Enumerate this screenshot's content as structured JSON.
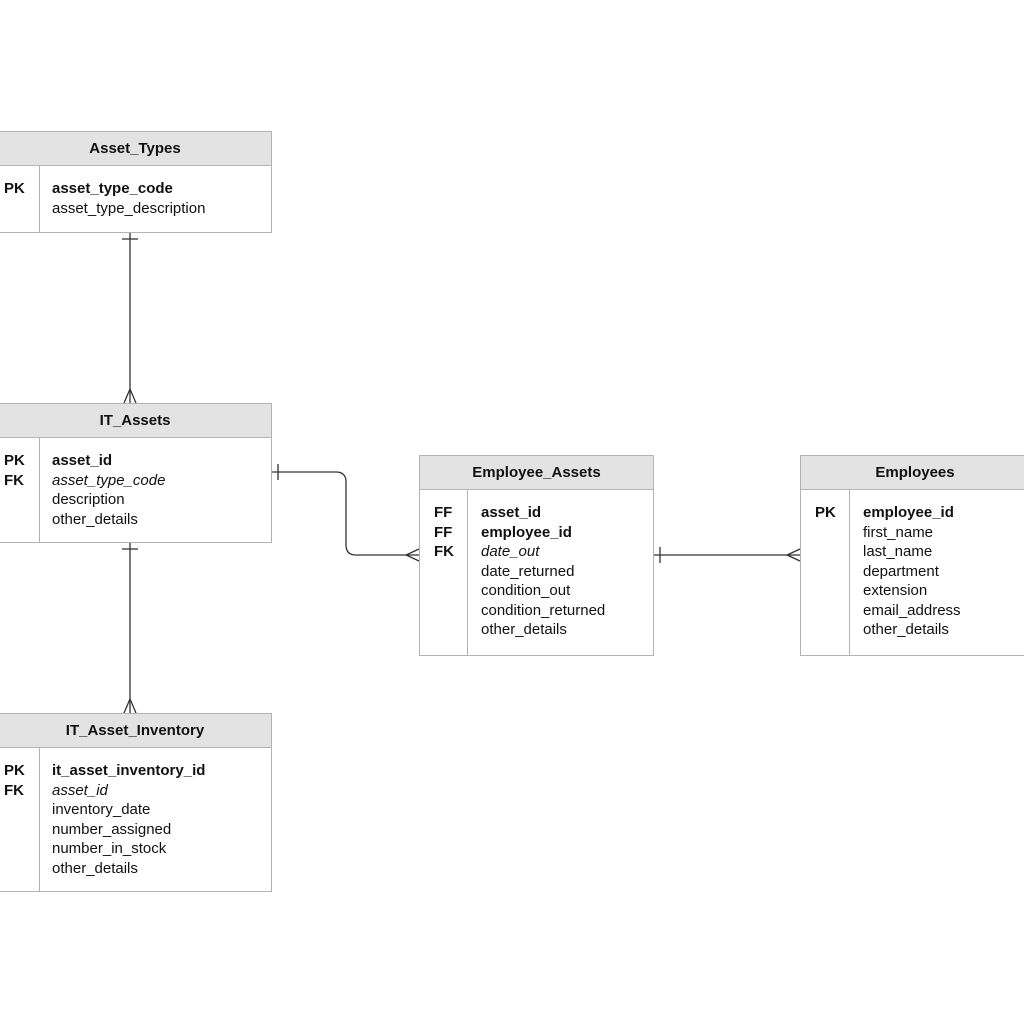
{
  "entities": {
    "asset_types": {
      "title": "Asset_Types",
      "keys": [
        "PK"
      ],
      "attributes": [
        {
          "name": "asset_type_code",
          "style": "pk"
        },
        {
          "name": "asset_type_description",
          "style": "normal"
        }
      ]
    },
    "it_assets": {
      "title": "IT_Assets",
      "keys": [
        "PK",
        "FK"
      ],
      "attributes": [
        {
          "name": "asset_id",
          "style": "pk"
        },
        {
          "name": "asset_type_code",
          "style": "fk"
        },
        {
          "name": "description",
          "style": "normal"
        },
        {
          "name": "other_details",
          "style": "normal"
        }
      ]
    },
    "it_asset_inventory": {
      "title": "IT_Asset_Inventory",
      "keys": [
        "PK",
        "FK"
      ],
      "attributes": [
        {
          "name": "it_asset_inventory_id",
          "style": "pk"
        },
        {
          "name": "asset_id",
          "style": "fk"
        },
        {
          "name": "inventory_date",
          "style": "normal"
        },
        {
          "name": "number_assigned",
          "style": "normal"
        },
        {
          "name": "number_in_stock",
          "style": "normal"
        },
        {
          "name": "other_details",
          "style": "normal"
        }
      ]
    },
    "employee_assets": {
      "title": "Employee_Assets",
      "keys": [
        "FF",
        "FF",
        "FK"
      ],
      "attributes": [
        {
          "name": "asset_id",
          "style": "pk"
        },
        {
          "name": "employee_id",
          "style": "pk"
        },
        {
          "name": "date_out",
          "style": "fk"
        },
        {
          "name": "date_returned",
          "style": "normal"
        },
        {
          "name": "condition_out",
          "style": "normal"
        },
        {
          "name": "condition_returned",
          "style": "normal"
        },
        {
          "name": "other_details",
          "style": "normal"
        }
      ]
    },
    "employees": {
      "title": "Employees",
      "keys": [
        "PK"
      ],
      "attributes": [
        {
          "name": "employee_id",
          "style": "pk"
        },
        {
          "name": "first_name",
          "style": "normal"
        },
        {
          "name": "last_name",
          "style": "normal"
        },
        {
          "name": "department",
          "style": "normal"
        },
        {
          "name": "extension",
          "style": "normal"
        },
        {
          "name": "email_address",
          "style": "normal"
        },
        {
          "name": "other_details",
          "style": "normal"
        }
      ]
    }
  },
  "relationships": [
    {
      "from": "asset_types",
      "to": "it_assets",
      "from_cardinality": "one",
      "to_cardinality": "many"
    },
    {
      "from": "it_assets",
      "to": "employee_assets",
      "from_cardinality": "one",
      "to_cardinality": "many"
    },
    {
      "from": "employees",
      "to": "employee_assets",
      "from_cardinality": "many",
      "to_cardinality": "one"
    },
    {
      "from": "it_assets",
      "to": "it_asset_inventory",
      "from_cardinality": "one",
      "to_cardinality": "many"
    }
  ],
  "colors": {
    "header_bg": "#e3e3e3",
    "border": "#b3b3b3",
    "connector": "#333333",
    "text": "#111111"
  }
}
